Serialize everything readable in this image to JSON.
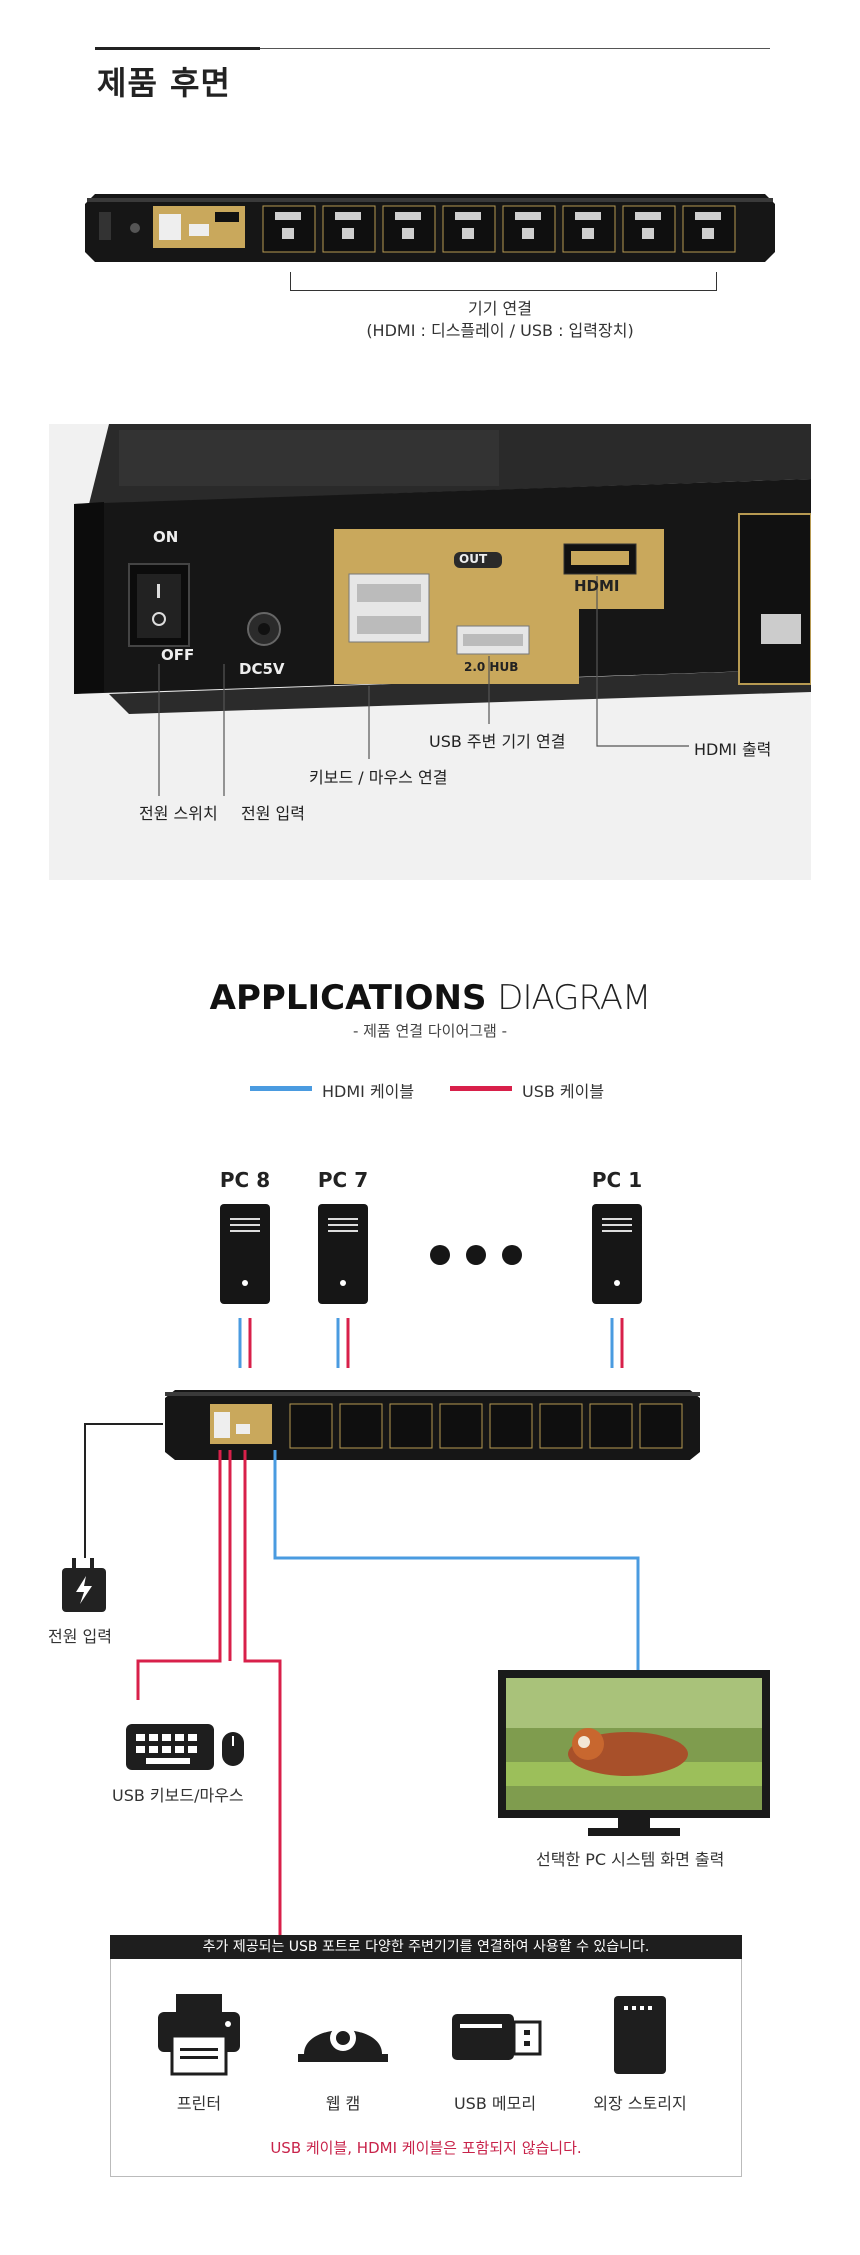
{
  "rear": {
    "title": "제품 후면",
    "caption_line1": "기기 연결",
    "caption_line2": "(HDMI : 디스플레이 / USB : 입력장치)"
  },
  "closeup": {
    "labels": {
      "power_switch": "전원 스위치",
      "power_input": "전원 입력",
      "keyboard_mouse": "키보드 / 마우스 연결",
      "usb_peripheral": "USB 주변 기기 연결",
      "hdmi_out": "HDMI 출력"
    },
    "panel": {
      "on": "ON",
      "off": "OFF",
      "dc5v": "DC5V",
      "out": "OUT",
      "hdmi": "HDMI",
      "hub": "2.0 HUB"
    }
  },
  "applications": {
    "title_bold": "APPLICATIONS",
    "title_thin": "DIAGRAM",
    "subtitle": "- 제품 연결 다이어그램 -",
    "legend": [
      {
        "label": "HDMI 케이블",
        "color": "#4a9be0"
      },
      {
        "label": "USB 케이블",
        "color": "#d8204a"
      }
    ],
    "pcs": [
      "PC 8",
      "PC 7",
      "PC 1"
    ],
    "power_label": "전원 입력",
    "keyboard_label": "USB 키보드/마우스",
    "monitor_label": "선택한 PC 시스템 화면 출력"
  },
  "extras": {
    "banner": "추가 제공되는 USB 포트로 다양한 주변기기를 연결하여 사용할 수 있습니다.",
    "items": [
      "프린터",
      "웹 캠",
      "USB 메모리",
      "외장 스토리지"
    ],
    "note": "USB 케이블, HDMI 케이블은 포함되지 않습니다."
  },
  "colors": {
    "hdmi_cable": "#4a9be0",
    "usb_cable": "#d8204a",
    "gold_panel": "#c9a85c",
    "device_black": "#1c1c1c"
  }
}
